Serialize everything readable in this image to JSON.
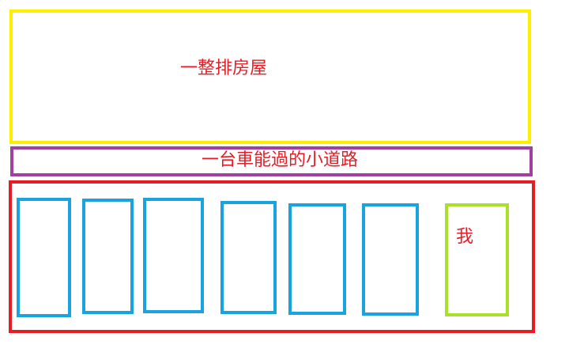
{
  "houses": {
    "label": "一整排房屋",
    "color": "#ffee00"
  },
  "road": {
    "label": "一台車能過的小道路",
    "color": "#a040a0"
  },
  "parking": {
    "color": "#e81c24",
    "car_color": "#1aa3e0",
    "my_car_color": "#a8e02a",
    "my_car_label": "我",
    "parked_car_count_shown": 6
  },
  "text_color": "#e81c24"
}
